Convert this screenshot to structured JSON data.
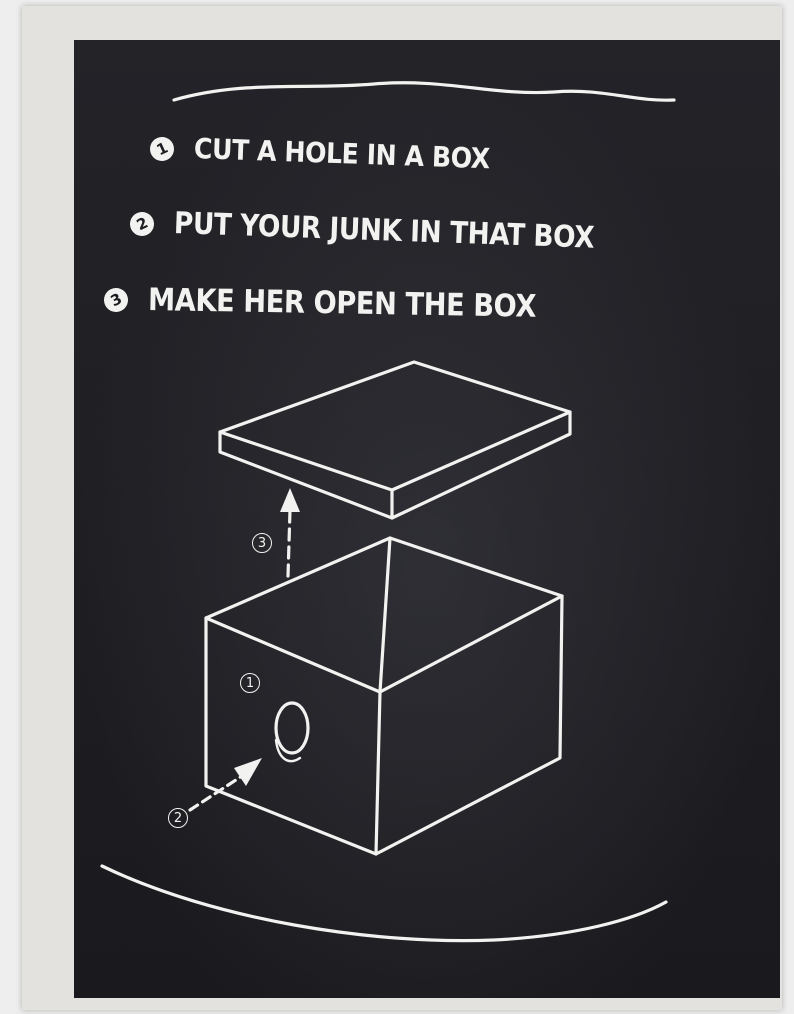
{
  "steps": [
    {
      "number": "1",
      "text": "CUT A HOLE IN A BOX"
    },
    {
      "number": "2",
      "text": "PUT YOUR JUNK IN THAT BOX"
    },
    {
      "number": "3",
      "text": "MAKE HER OPEN THE BOX"
    }
  ],
  "callouts": {
    "hole": "1",
    "insert": "2",
    "lid": "3"
  },
  "colors": {
    "shirt": "#1d1d21",
    "ink": "#f2f2f0",
    "frame": "#e3e2df"
  }
}
